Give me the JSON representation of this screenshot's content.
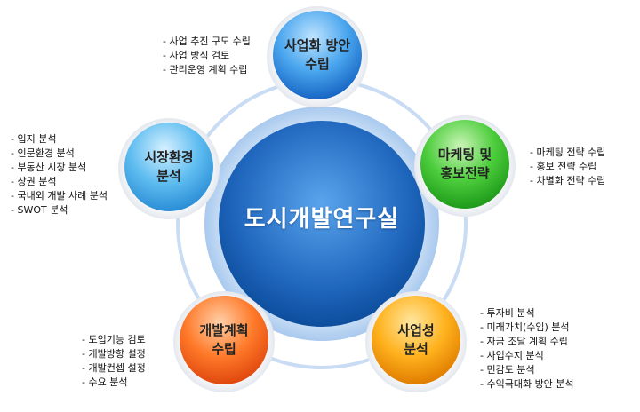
{
  "center": {
    "title": "도시개발연구실"
  },
  "nodes": {
    "business_plan": {
      "label_lines": [
        "사업화 방안",
        "수립"
      ],
      "items": [
        "사업 추진 구도 수립",
        "사업 방식 검토",
        "관리운영 계획 수립"
      ],
      "colors": {
        "light": "#bfe4ff",
        "mid": "#4aa6ee",
        "dark": "#1766c4"
      }
    },
    "marketing": {
      "label_lines": [
        "마케팅 및",
        "홍보전략"
      ],
      "items": [
        "마케팅 전략 수립",
        "홍보 전략 수립",
        "차별화 전략 수립"
      ],
      "colors": {
        "light": "#ccf5b8",
        "mid": "#4ccd3c",
        "dark": "#1f9a1a"
      }
    },
    "feasibility": {
      "label_lines": [
        "사업성",
        "분석"
      ],
      "items": [
        "투자비 분석",
        "미래가치(수입) 분석",
        "자금 조달 계획 수립",
        "사업수지 분석",
        "민감도 분석",
        "수익극대화 방안 분석"
      ],
      "colors": {
        "light": "#ffe7a0",
        "mid": "#ffb21e",
        "dark": "#e07d00"
      }
    },
    "development_plan": {
      "label_lines": [
        "개발계획",
        "수립"
      ],
      "items": [
        "도입기능 검토",
        "개발방향 설정",
        "개발컨셉 설정",
        "수요 분석"
      ],
      "colors": {
        "light": "#ffd0a8",
        "mid": "#ff7a2a",
        "dark": "#e0480e"
      }
    },
    "market_environment": {
      "label_lines": [
        "시장환경",
        "분석"
      ],
      "items": [
        "입지 분석",
        "인문환경 분석",
        "부동산 시장 분석",
        "상권 분석",
        "국내외 개발 사례 분석",
        "SWOT 분석"
      ],
      "colors": {
        "light": "#d6f0ff",
        "mid": "#5fbdf0",
        "dark": "#2b8ed6"
      }
    }
  },
  "colors": {
    "ring": "#c9dcf3",
    "halo": "#b7d4f3",
    "center_dark": "#0d4d9c",
    "center_light": "#5aa4ec"
  }
}
